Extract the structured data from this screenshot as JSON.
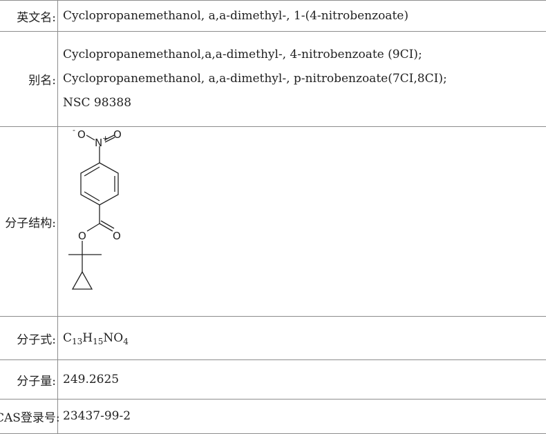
{
  "rows": {
    "english_name": {
      "label": "英文名:",
      "value": "Cyclopropanemethanol, a,a-dimethyl-, 1-(4-nitrobenzoate)"
    },
    "aliases": {
      "label": "别名:",
      "lines": [
        "Cyclopropanemethanol,a,a-dimethyl-, 4-nitrobenzoate (9CI);",
        "Cyclopropanemethanol, a,a-dimethyl-, p-nitrobenzoate(7CI,8CI);",
        "NSC 98388"
      ]
    },
    "structure": {
      "label": "分子结构:",
      "atoms": {
        "o_minus": "O",
        "minus": "-",
        "n": "N",
        "plus": "+",
        "o_top": "O",
        "o_ester": "O",
        "o_carbonyl": "O"
      }
    },
    "formula": {
      "label": "分子式:",
      "c": "C",
      "c_n": "13",
      "h": "H",
      "h_n": "15",
      "no": "NO",
      "o_n": "4"
    },
    "weight": {
      "label": "分子量:",
      "value": "249.2625"
    },
    "cas": {
      "label": "CAS登录号:",
      "value": "23437-99-2"
    }
  }
}
